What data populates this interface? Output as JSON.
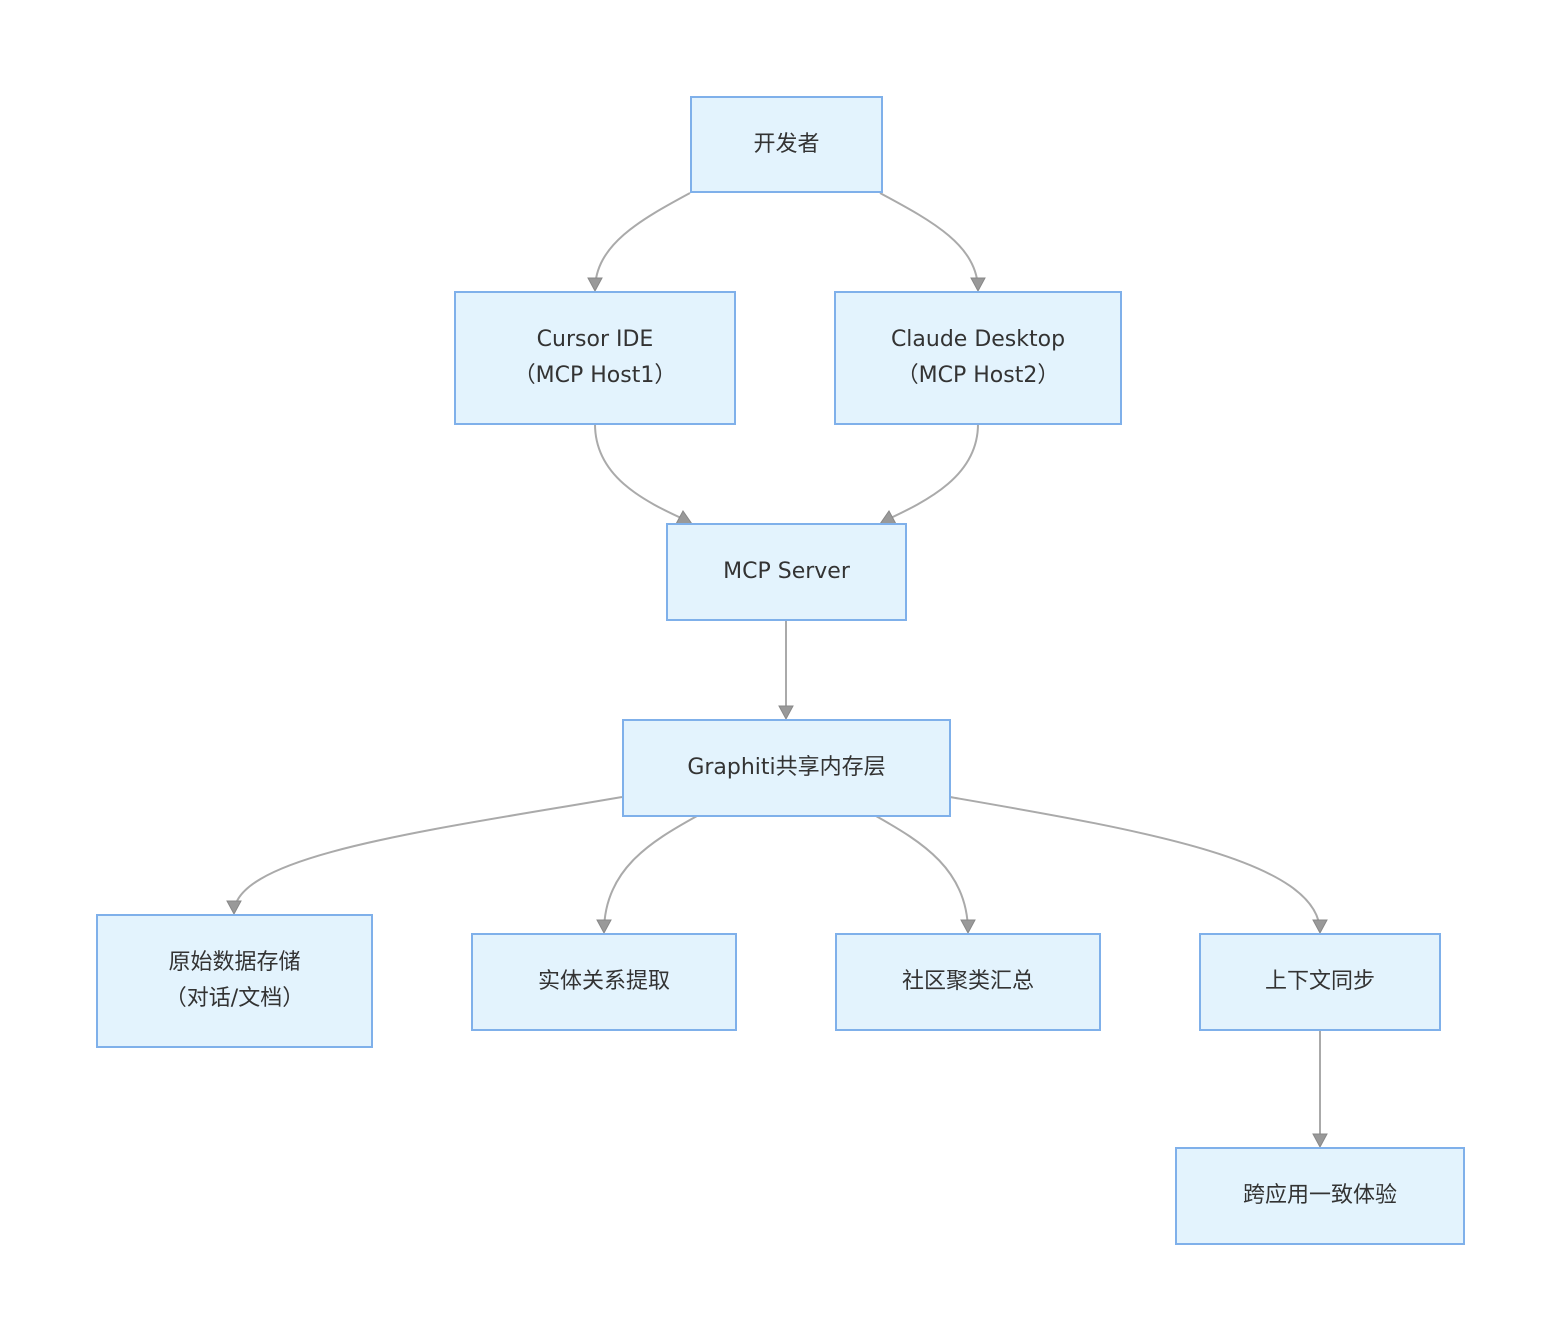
{
  "nodes": {
    "developer": "开发者",
    "cursor_line1": "Cursor IDE",
    "cursor_line2": "（MCP Host1）",
    "claude_line1": "Claude Desktop",
    "claude_line2": "（MCP Host2）",
    "mcp_server": "MCP Server",
    "graphiti": "Graphiti共享内存层",
    "raw_storage_line1": "原始数据存储",
    "raw_storage_line2": "（对话/文档）",
    "entity_extraction": "实体关系提取",
    "community_summary": "社区聚类汇总",
    "context_sync": "上下文同步",
    "cross_app": "跨应用一致体验"
  },
  "colors": {
    "node_fill": "#e3f3fd",
    "node_border": "#7fb0ea",
    "edge": "#aaaaaa",
    "text": "#333333"
  }
}
